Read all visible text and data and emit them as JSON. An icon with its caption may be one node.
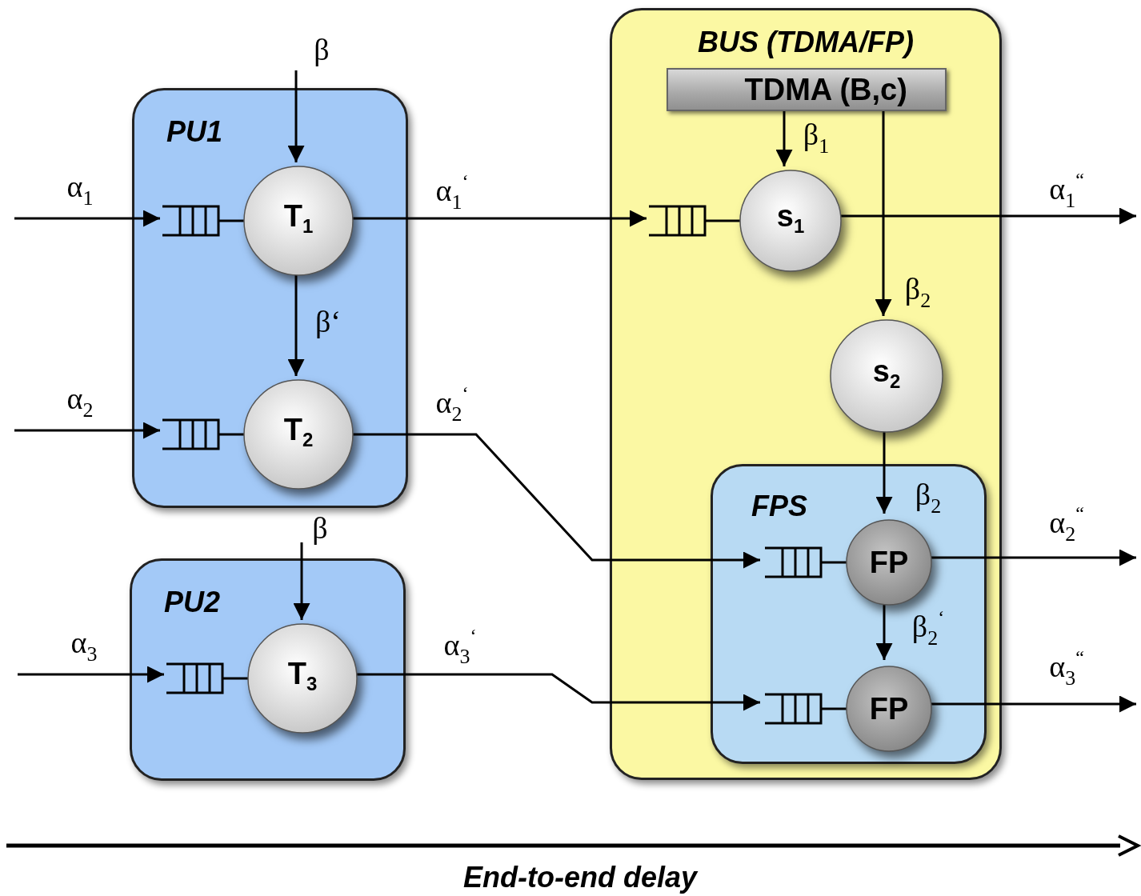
{
  "diagram": {
    "nodes": [
      {
        "text": [
          "PU1"
        ]
      },
      {
        "text": [
          "T$_{1}$"
        ],
        "in": 0
      },
      {
        "text": [
          "T$_{2}$"
        ],
        "in": 0
      },
      {
        "text": [
          "PU2"
        ]
      },
      {
        "text": [
          "T$_{3}$"
        ],
        "in": 3
      },
      {
        "text": [
          "BUS (TDMA/FP)"
        ]
      },
      {
        "text": [
          "TDMA (B,c)"
        ],
        "in": 5
      },
      {
        "text": [
          "s$_{1}$"
        ],
        "in": 5
      },
      {
        "text": [
          "s$_{2}$"
        ],
        "in": 5
      },
      {
        "text": [
          "FPS"
        ],
        "in": 5
      },
      {
        "text": [
          "FP"
        ],
        "in": 9
      },
      {
        "text": [
          "FP"
        ],
        "in": 9
      }
    ],
    "edges": [
      {
        "from": null,
        "to": 1,
        "arrow": "to",
        "label": "α$_{1}$"
      },
      {
        "from": null,
        "to": 1,
        "arrow": "to",
        "label": "β"
      },
      {
        "from": 1,
        "to": 2,
        "arrow": "to",
        "label": "β‘"
      },
      {
        "from": null,
        "to": 2,
        "arrow": "to",
        "label": "α$_{2}$"
      },
      {
        "from": 1,
        "to": 7,
        "arrow": "to",
        "label": "α$_{1}$$^{‘}$"
      },
      {
        "from": 2,
        "to": 10,
        "arrow": "to",
        "label": "α$_{2}$$^{‘}$"
      },
      {
        "from": null,
        "to": 4,
        "arrow": "to",
        "label": "β"
      },
      {
        "from": null,
        "to": 4,
        "arrow": "to",
        "label": "α$_{3}$"
      },
      {
        "from": 4,
        "to": 11,
        "arrow": "to",
        "label": "α$_{3}$$^{‘}$"
      },
      {
        "from": 6,
        "to": 7,
        "arrow": "to",
        "label": "β$_{1}$"
      },
      {
        "from": 6,
        "to": 8,
        "arrow": "to",
        "label": "β$_{2}$"
      },
      {
        "from": 7,
        "to": null,
        "arrow": "to",
        "label": "α$_{1}$$^{“}$"
      },
      {
        "from": 8,
        "to": 10,
        "arrow": "to",
        "label": "β$_{2}$"
      },
      {
        "from": 10,
        "to": 11,
        "arrow": "to",
        "label": "β$_{2}$$^{‘}$"
      },
      {
        "from": 10,
        "to": null,
        "arrow": "to",
        "label": "α$_{2}$$^{“}$"
      },
      {
        "from": 11,
        "to": null,
        "arrow": "to",
        "label": "α$_{3}$$^{“}$"
      }
    ],
    "labels": [
      "End-to-end delay"
    ]
  }
}
